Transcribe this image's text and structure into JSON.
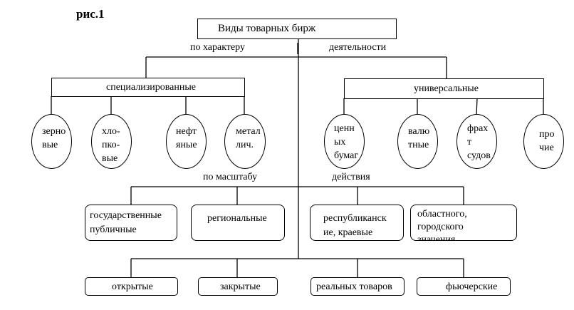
{
  "figure_label": "рис.1",
  "root": {
    "label": "Виды товарных бирж"
  },
  "criteria": {
    "by_nature_left": "по характеру",
    "by_nature_right": "деятельности",
    "by_scale": "по масштабу",
    "by_action": "действия"
  },
  "specialized": {
    "label": "специализированные",
    "items": [
      "зерно\nвые",
      "хло-\nпко-\nвые",
      "нефт\nяные",
      "метал\nлич."
    ]
  },
  "universal": {
    "label": "универсальные",
    "items": [
      "ценн\nых\nбумаг",
      "валю\nтные",
      "фрах\nт\nсудов",
      "про\nчие"
    ]
  },
  "scale": {
    "items": [
      "государственные\nпубличные",
      "региональные",
      "республиканск\nие, краевые",
      "областного,\nгородского\nзначения"
    ]
  },
  "action": {
    "items": [
      "открытые",
      "закрытые",
      "реальных товаров",
      "фьючерские"
    ]
  }
}
